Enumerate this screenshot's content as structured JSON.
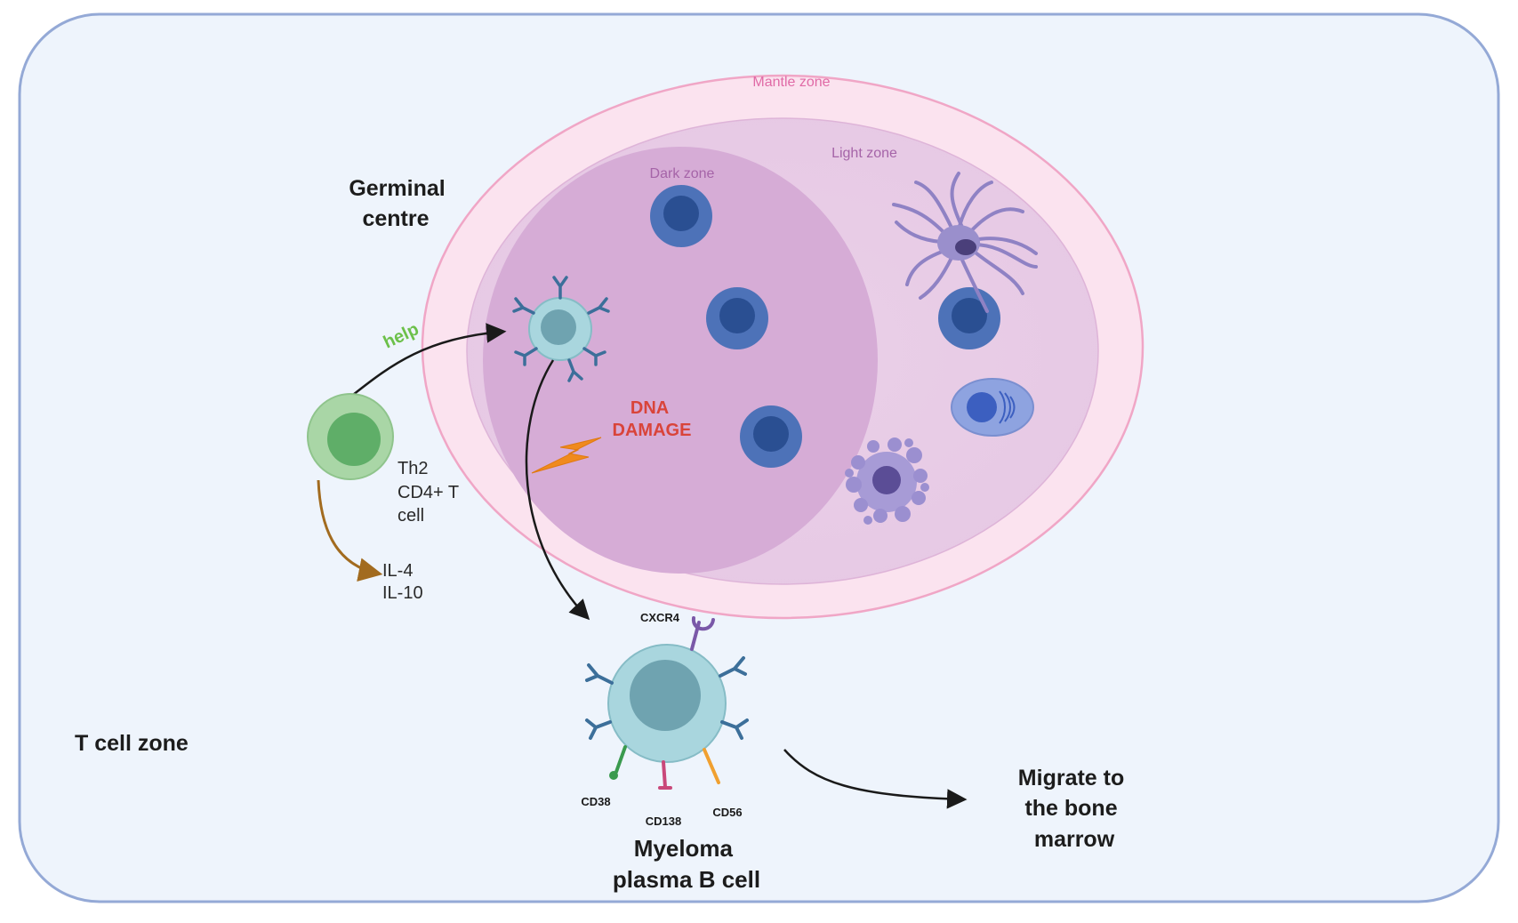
{
  "labels": {
    "mantle_zone": "Mantle zone",
    "light_zone": "Light zone",
    "dark_zone": "Dark zone",
    "germinal_centre": [
      "Germinal",
      "centre"
    ],
    "help": "help",
    "dna_damage": [
      "DNA",
      "DAMAGE"
    ],
    "th2_cell": [
      "Th2",
      "CD4+ T",
      "cell"
    ],
    "cytokines": [
      "IL-4",
      "IL-10"
    ],
    "t_cell_zone": "T cell zone",
    "cxcr4": "CXCR4",
    "cd38": "CD38",
    "cd138": "CD138",
    "cd56": "CD56",
    "myeloma": [
      "Myeloma",
      "plasma B cell"
    ],
    "migrate": [
      "Migrate to",
      "the bone",
      "marrow"
    ]
  },
  "colors": {
    "background_panel": "#eef4fc",
    "panel_border": "#94a9d6",
    "mantle_fill": "#fbe3ef",
    "mantle_stroke": "#f0a6c6",
    "light_zone_fill": "#e8c9e4",
    "dark_zone_fill": "#d6acd6",
    "b_cell_outer": "#4d72b8",
    "b_cell_inner": "#2a4f92",
    "th2_outer": "#a9d6a6",
    "th2_inner": "#5fae68",
    "plasma_outer": "#a9d6de",
    "plasma_inner": "#6fa3b0",
    "help_text": "#6cc04a",
    "dna_text": "#d9443a",
    "lightning": "#f08a1e",
    "cytokine_arrow": "#a26b1f",
    "mantle_text": "#e06aa6",
    "zone_text": "#a564a8",
    "dendritic": "#8f82c4"
  }
}
